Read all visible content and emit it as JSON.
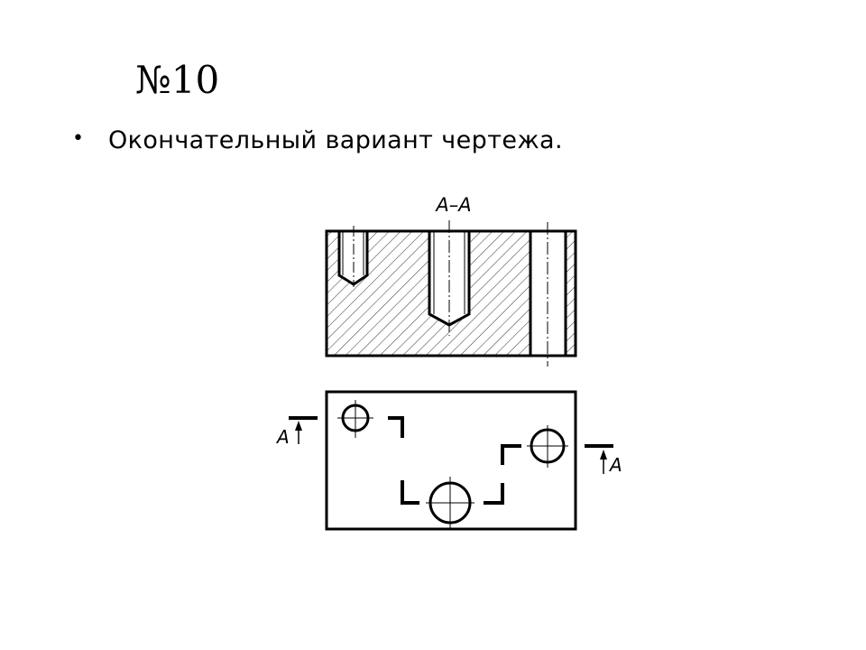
{
  "slide": {
    "title": "№10",
    "bullet_symbol": "•",
    "bullet_text": "Окончательный вариант чертежа."
  },
  "drawing": {
    "section_label": "А–А",
    "cut_label_left": "А",
    "cut_label_right": "А",
    "line_color": "#000000",
    "background_color": "#ffffff"
  }
}
